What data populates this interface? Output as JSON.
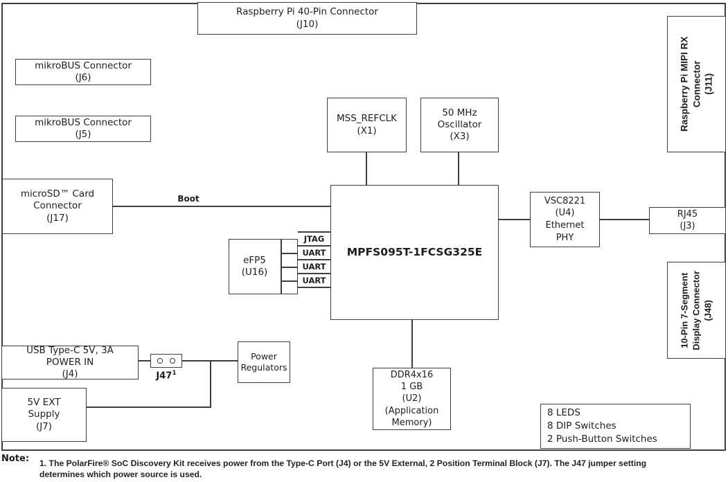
{
  "blocks": {
    "j10": {
      "lines": [
        "Raspberry Pi 40-Pin Connector",
        "(J10)"
      ]
    },
    "j6": {
      "lines": [
        "mikroBUS Connector",
        "(J6)"
      ]
    },
    "j5": {
      "lines": [
        "mikroBUS Connector",
        "(J5)"
      ]
    },
    "j17": {
      "lines": [
        "microSD™ Card",
        "Connector",
        "(J17)"
      ]
    },
    "x1": {
      "lines": [
        "MSS_REFCLK",
        "(X1)"
      ]
    },
    "x3": {
      "lines": [
        "50 MHz",
        "Oscillator",
        "(X3)"
      ]
    },
    "mpfs": {
      "label": "MPFS095T-1FCSG325E"
    },
    "efp5": {
      "lines": [
        "eFP5",
        "(U16)"
      ]
    },
    "vsc8221": {
      "lines": [
        "VSC8221",
        "(U4)",
        "Ethernet",
        "PHY"
      ]
    },
    "rj45": {
      "lines": [
        "RJ45",
        "(J3)"
      ]
    },
    "j11": {
      "lines": [
        "Raspberry Pi MIPI RX",
        "Connector",
        "(J11)"
      ]
    },
    "j48": {
      "lines": [
        "10-Pin 7-Segment",
        "Display Connector",
        "(J48)"
      ]
    },
    "j4": {
      "lines": [
        "USB Type-C 5V, 3A",
        "POWER IN",
        "(J4)"
      ]
    },
    "j47": {
      "label": "J47",
      "superscript": "1"
    },
    "power_regulators": {
      "lines": [
        "Power",
        "Regulators"
      ]
    },
    "j7": {
      "lines": [
        "5V EXT",
        "Supply",
        "(J7)"
      ]
    },
    "ddr4": {
      "lines": [
        "DDR4x16",
        "1 GB",
        "(U2)",
        "(Application",
        "Memory)"
      ]
    },
    "io": {
      "lines": [
        "8 LEDS",
        "8 DIP Switches",
        "2 Push-Button Switches"
      ]
    }
  },
  "wire_labels": {
    "boot": "Boot",
    "jtag": "JTAG",
    "uart_1": "UART",
    "uart_2": "UART",
    "uart_3": "UART"
  },
  "note": {
    "label": "Note:",
    "line1": "1. The PolarFire® SoC Discovery Kit receives power from the Type-C Port (J4) or the 5V External, 2 Position Terminal Block (J7). The J47 jumper setting",
    "line2": "determines which power source is used."
  },
  "colors": {
    "line": "#3d3d3d",
    "text": "#1d1d1d",
    "background": "#ffffff"
  }
}
